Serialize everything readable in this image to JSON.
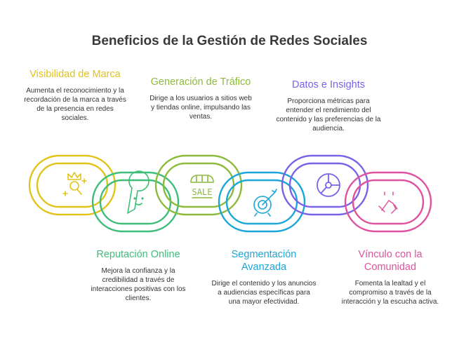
{
  "title": "Beneficios de la Gestión de Redes Sociales",
  "items": [
    {
      "title": "Visibilidad de Marca",
      "desc": "Aumenta el reconocimiento y la recordación de la marca a través de la presencia en redes sociales.",
      "color": "#E2C31A",
      "icon": "crown-magnifier-icon"
    },
    {
      "title": "Reputación Online",
      "desc": "Mejora la confianza y la credibilidad a través de interacciones positivas con los clientes.",
      "color": "#3DBE78",
      "icon": "smiling-chat-bubble-icon"
    },
    {
      "title": "Generación de Tráfico",
      "desc": "Dirige a los usuarios a sitios web y tiendas online, impulsando las ventas.",
      "color": "#8DBA3A",
      "icon": "sale-store-icon",
      "icon_text": "SALE"
    },
    {
      "title": "Segmentación Avanzada",
      "desc": "Dirige el contenido y los anuncios a audiencias específicas para una mayor efectividad.",
      "color": "#1BA6D9",
      "icon": "target-arrow-icon"
    },
    {
      "title": "Datos e Insights",
      "desc": "Proporciona métricas para entender el rendimiento del contenido y las preferencias de la audiencia.",
      "color": "#7B61E8",
      "icon": "pie-chart-icon"
    },
    {
      "title": "Vínculo con la Comunidad",
      "desc": "Fomenta la lealtad y el compromiso a través de la interacción y la escucha activa.",
      "color": "#E0529F",
      "icon": "clasped-hands-icon"
    }
  ]
}
